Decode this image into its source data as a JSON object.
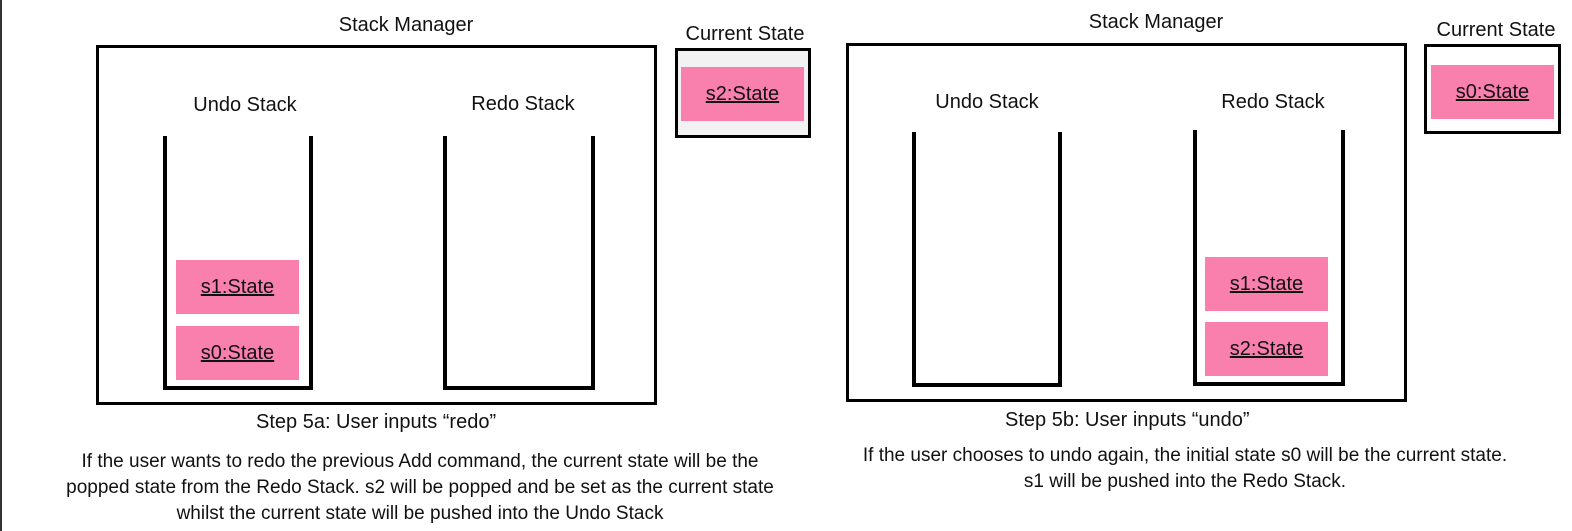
{
  "colors": {
    "state_fill": "#f97fac",
    "frame": "#000000",
    "current_state_bg": "#f2f2f2"
  },
  "panel_a": {
    "manager_title": "Stack Manager",
    "current_state_title": "Current State",
    "current_state": "s2:State",
    "undo_label": "Undo Stack",
    "redo_label": "Redo Stack",
    "undo_items": [
      "s1:State",
      "s0:State"
    ],
    "redo_items": [],
    "step": "Step 5a: User inputs “redo”",
    "description": [
      "If the user wants to redo the previous Add command, the current state will be the",
      "popped state from the Redo Stack.  s2 will be popped and be set as the current state",
      "whilst the current state will be pushed into the Undo Stack"
    ]
  },
  "panel_b": {
    "manager_title": "Stack Manager",
    "current_state_title": "Current State",
    "current_state": "s0:State",
    "undo_label": "Undo Stack",
    "redo_label": "Redo Stack",
    "undo_items": [],
    "redo_items": [
      "s1:State",
      "s2:State"
    ],
    "step": "Step 5b: User inputs “undo”",
    "description": [
      "If the user chooses to undo again, the initial state s0 will be the current state.",
      "s1 will be pushed into the Redo Stack."
    ]
  }
}
